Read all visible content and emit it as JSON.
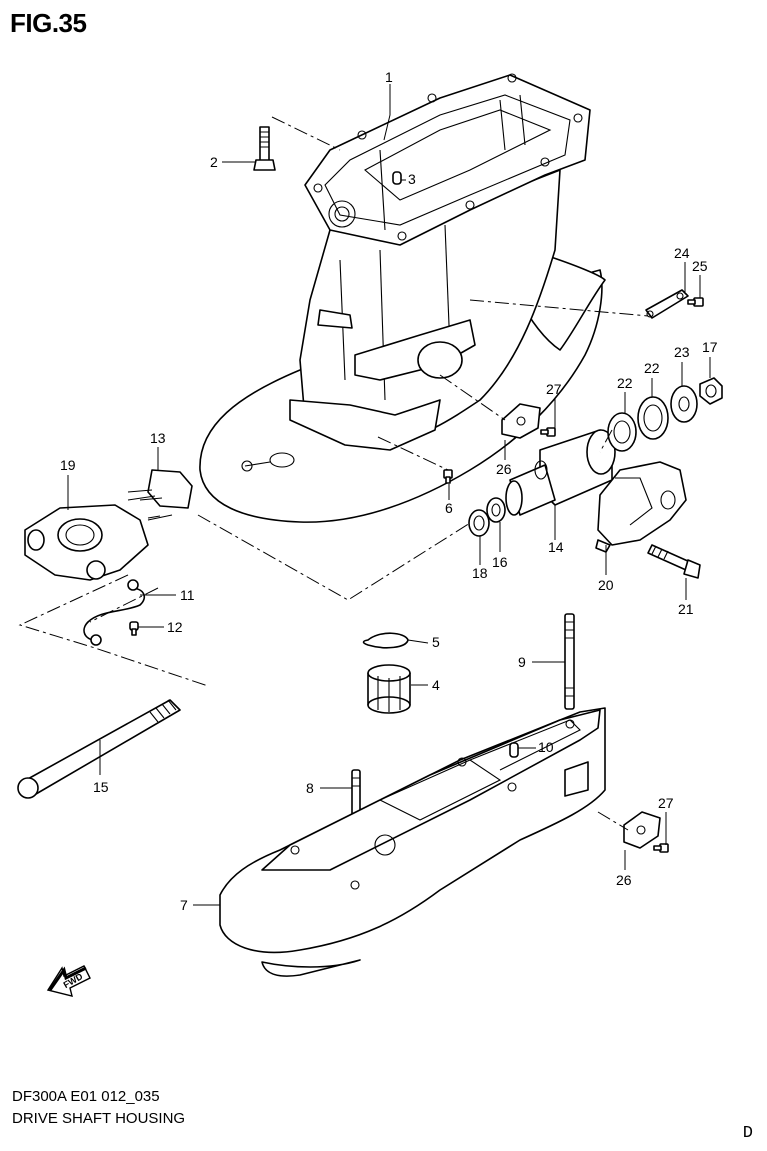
{
  "figure": {
    "title": "FIG.35",
    "model_code": "DF300A E01 012_035",
    "name": "DRIVE SHAFT HOUSING",
    "corner_letter": "D",
    "fwd_label": "FWD"
  },
  "callouts": [
    {
      "id": "c1",
      "label": "1"
    },
    {
      "id": "c2",
      "label": "2"
    },
    {
      "id": "c3",
      "label": "3"
    },
    {
      "id": "c4",
      "label": "4"
    },
    {
      "id": "c5",
      "label": "5"
    },
    {
      "id": "c6",
      "label": "6"
    },
    {
      "id": "c7",
      "label": "7"
    },
    {
      "id": "c8",
      "label": "8"
    },
    {
      "id": "c9",
      "label": "9"
    },
    {
      "id": "c10",
      "label": "10"
    },
    {
      "id": "c11",
      "label": "11"
    },
    {
      "id": "c12",
      "label": "12"
    },
    {
      "id": "c13",
      "label": "13"
    },
    {
      "id": "c14",
      "label": "14"
    },
    {
      "id": "c15",
      "label": "15"
    },
    {
      "id": "c16",
      "label": "16"
    },
    {
      "id": "c17",
      "label": "17"
    },
    {
      "id": "c18",
      "label": "18"
    },
    {
      "id": "c19",
      "label": "19"
    },
    {
      "id": "c20",
      "label": "20"
    },
    {
      "id": "c21",
      "label": "21"
    },
    {
      "id": "c22a",
      "label": "22"
    },
    {
      "id": "c22b",
      "label": "22"
    },
    {
      "id": "c23",
      "label": "23"
    },
    {
      "id": "c24",
      "label": "24"
    },
    {
      "id": "c25",
      "label": "25"
    },
    {
      "id": "c26a",
      "label": "26"
    },
    {
      "id": "c26b",
      "label": "26"
    },
    {
      "id": "c27a",
      "label": "27"
    },
    {
      "id": "c27b",
      "label": "27"
    }
  ]
}
